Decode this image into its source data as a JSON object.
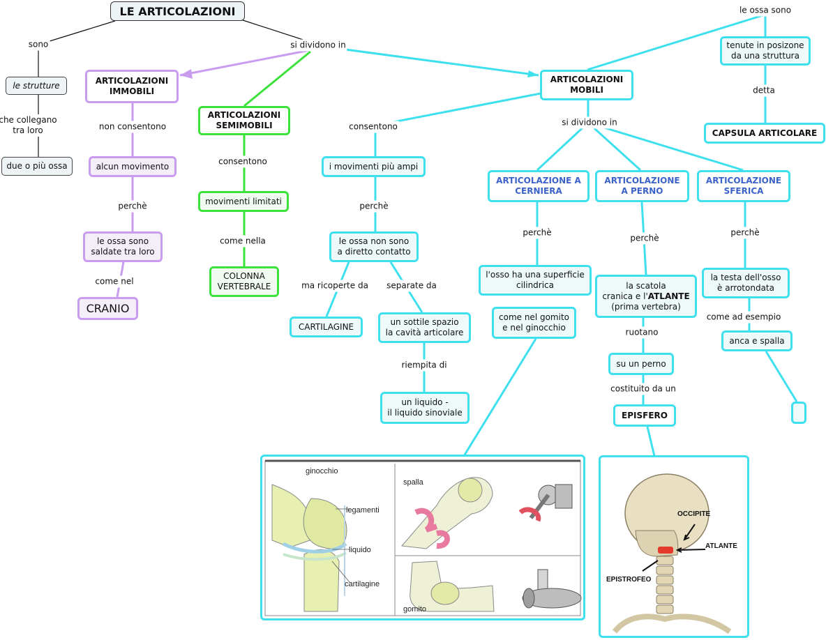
{
  "title": "LE ARTICOLAZIONI",
  "left": {
    "sono": "sono",
    "strutture": "le strutture",
    "che_collegano": "che collegano\ntra loro",
    "due_ossa": "due o più ossa"
  },
  "si_dividono_in": "si dividono in",
  "immobili": {
    "title": "ARTICOLAZIONI\nIMMOBILI",
    "non_consentono": "non consentono",
    "alcun_movimento": "alcun movimento",
    "perche": "perchè",
    "saldate": "le ossa sono\nsaldate tra loro",
    "come_nel": "come nel",
    "cranio": "CRANIO"
  },
  "semimobili": {
    "title": "ARTICOLAZIONI\nSEMIMOBILI",
    "consentono": "consentono",
    "movimenti_limitati": "movimenti limitati",
    "come_nella": "come nella",
    "colonna": "COLONNA\nVERTEBRALE"
  },
  "mobili": {
    "title": "ARTICOLAZIONI\nMOBILI",
    "consentono": "consentono",
    "movimenti_ampi": "i movimenti più ampi",
    "perche": "perchè",
    "non_contatto": "le ossa non sono\na diretto contatto",
    "ma_ricoperte": "ma ricoperte da",
    "cartilagine": "CARTILAGINE",
    "separate_da": "separate da",
    "spazio": "un sottile spazio\nla cavità articolare",
    "riempita_di": "riempita di",
    "liquido": "un liquido -\nil liquido sinoviale",
    "si_dividono_in": "si dividono in"
  },
  "cerniera": {
    "title": "ARTICOLAZIONE A\nCERNIERA",
    "perche": "perchè",
    "superficie": "l'osso ha una superficie\ncilindrica",
    "gomito": "come nel gomito\ne nel ginocchio"
  },
  "perno": {
    "title": "ARTICOLAZIONE\nA PERNO",
    "perche": "perchè",
    "scatola_pre": "la scatola\ncranica e l'",
    "atlante": "ATLANTE",
    "prima_vertebra": "(prima vertebra)",
    "ruotano": "ruotano",
    "su_perno": "su un perno",
    "costituito": "costituito da un",
    "episfero": "EPISFERO"
  },
  "sferica": {
    "title": "ARTICOLAZIONE\nSFERICA",
    "perche": "perchè",
    "testa": "la testa dell'osso\nè arrotondata",
    "come_esempio": "come ad esempio",
    "anca": "anca e spalla",
    "empty": ""
  },
  "capsula": {
    "ossa_sono": "le ossa sono",
    "tenute": "tenute in posizone\nda una struttura",
    "detta": "detta",
    "capsula": "CAPSULA ARTICOLARE"
  },
  "figure_joints": {
    "ginocchio": "ginocchio",
    "legamenti": "legamenti",
    "liquido": "liquido",
    "cartilagine": "cartilagine",
    "spalla": "spalla",
    "gomito": "gomito"
  },
  "figure_skull": {
    "occipite": "OCCIPITE",
    "atlante": "ATLANTE",
    "epistrofeo": "EPISTROFEO"
  },
  "colors": {
    "cyan": "#3fe0ee",
    "purple": "#c99cf0",
    "green": "#3ce23c",
    "blue_text": "#3a62c9"
  }
}
